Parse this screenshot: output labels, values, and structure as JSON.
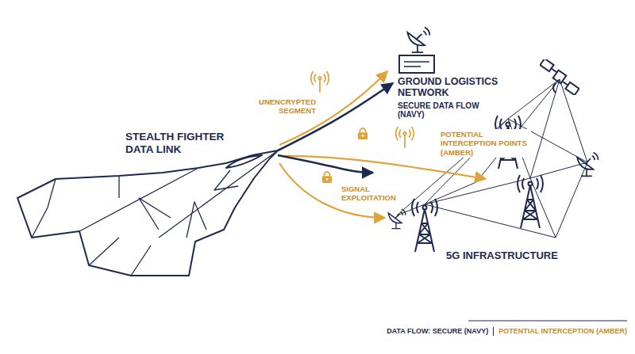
{
  "diagram": {
    "nodes": [
      {
        "text": [
          "STEALTH FIGHTER DATA LINK"
        ]
      },
      {
        "text": [
          "GROUND LOGISTICS NETWORK",
          "SECURE DATA FLOW (NAVY)"
        ]
      },
      {
        "text": [
          "5G INFRASTRUCTURE"
        ]
      }
    ],
    "edges": [
      {
        "from": 0,
        "to": 1,
        "arrow": "to"
      },
      {
        "from": 0,
        "to": 2,
        "arrow": "to"
      }
    ],
    "labels": [
      "UNENCRYPTED SEGMENT",
      "POTENTIAL INTERCEPTION POINTS (AMBER)",
      "SIGNAL EXPLOITATION"
    ],
    "legend": [
      {
        "text": "DATA FLOW: SECURE (NAVY)",
        "color": "#1e2a4f"
      },
      {
        "text": "POTENTIAL INTERCEPTION (AMBER)",
        "color": "#c98a1e"
      }
    ]
  }
}
